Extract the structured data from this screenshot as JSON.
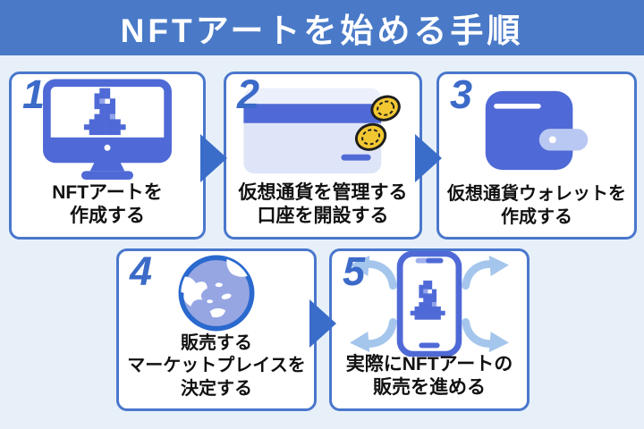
{
  "header": {
    "title": "NFTアートを始める手順"
  },
  "steps": [
    {
      "number": "1",
      "icon": "monitor-nft-art-icon",
      "lines": [
        "NFTアートを",
        "作成する"
      ]
    },
    {
      "number": "2",
      "icon": "credit-card-coins-icon",
      "lines": [
        "仮想通貨を管理する",
        "口座を開設する"
      ]
    },
    {
      "number": "3",
      "icon": "wallet-icon",
      "lines": [
        "仮想通貨ウォレットを",
        "作成する"
      ]
    },
    {
      "number": "4",
      "icon": "globe-icon",
      "lines": [
        "販売する",
        "マーケットプレイスを",
        "決定する"
      ]
    },
    {
      "number": "5",
      "icon": "smartphone-nft-share-icon",
      "lines": [
        "実際にNFTアートの",
        "販売を進める"
      ]
    }
  ],
  "colors": {
    "header_bg": "#4a7ac7",
    "background": "#e7f0f9",
    "box_border": "#4a77cc",
    "step_number": "#3b6ac8",
    "flow_arrow": "#3a6dca",
    "icon_blue": "#4f6ad6",
    "icon_light_blue": "#dfe5f8",
    "wallet_tab": "#b9c8f2",
    "globe_fill": "#96a6e3",
    "coin_gold": "#f2c832",
    "share_arrow": "#a5c6ec",
    "text": "#111111"
  }
}
